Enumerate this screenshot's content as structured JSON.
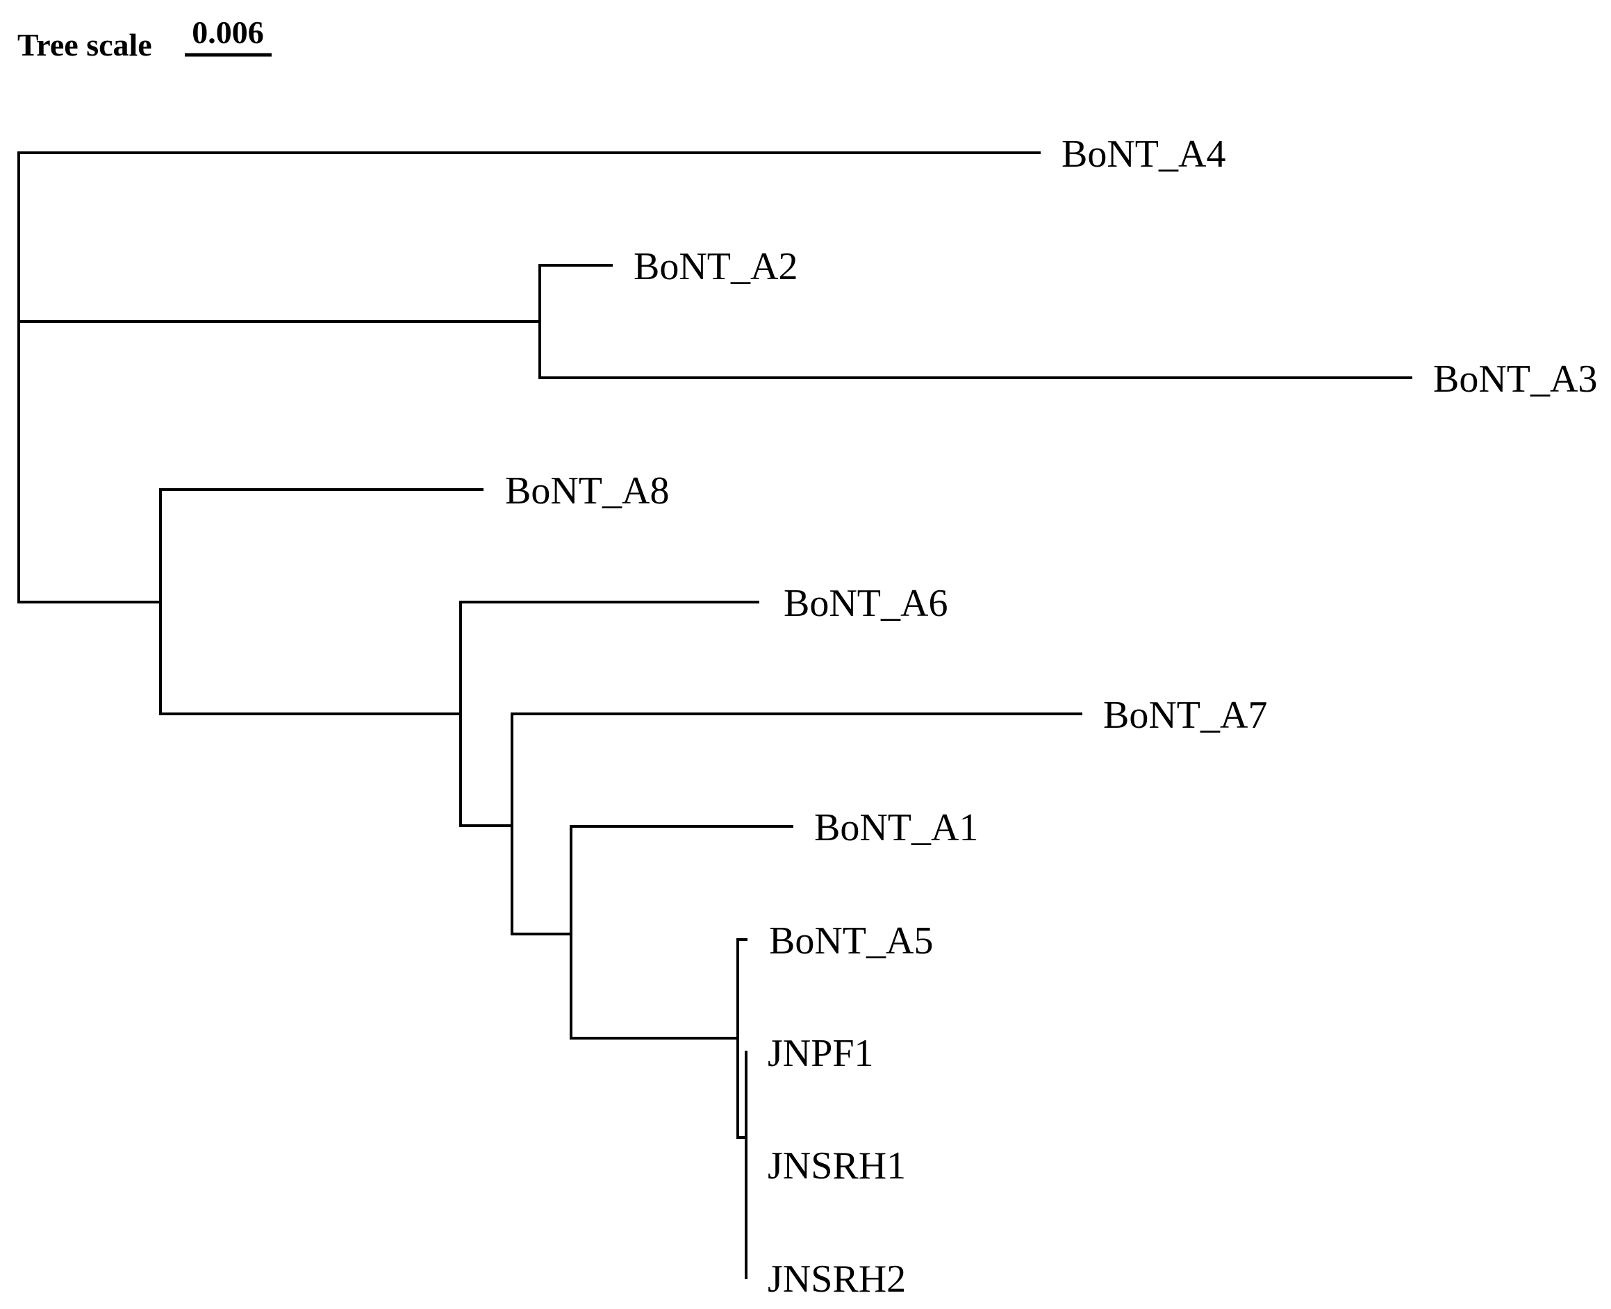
{
  "scale": {
    "title": "Tree scale",
    "value": "0.006",
    "length": 0.006
  },
  "leaves": [
    {
      "id": "a4",
      "label": "BoNT_A4"
    },
    {
      "id": "a2",
      "label": "BoNT_A2"
    },
    {
      "id": "a3",
      "label": "BoNT_A3"
    },
    {
      "id": "a8",
      "label": "BoNT_A8"
    },
    {
      "id": "a6",
      "label": "BoNT_A6"
    },
    {
      "id": "a7",
      "label": "BoNT_A7"
    },
    {
      "id": "a1",
      "label": "BoNT_A1"
    },
    {
      "id": "a5",
      "label": "BoNT_A5"
    },
    {
      "id": "jnpf1",
      "label": "JNPF1"
    },
    {
      "id": "jnsrh1",
      "label": "JNSRH1"
    },
    {
      "id": "jnsrh2",
      "label": "JNSRH2"
    }
  ]
}
